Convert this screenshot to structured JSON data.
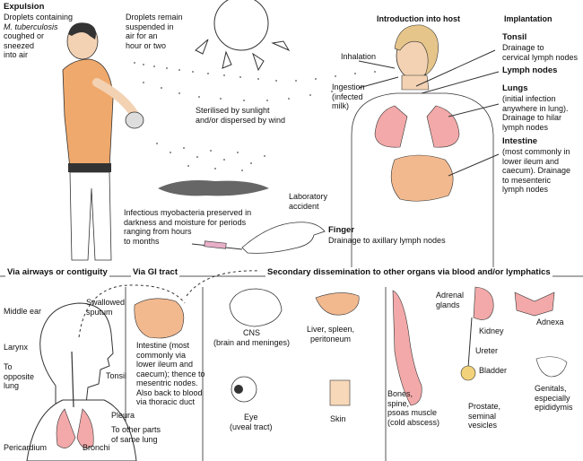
{
  "top": {
    "expulsion": {
      "heading": "Expulsion",
      "body": "Droplets containing\nM. tuberculosis\ncoughed or\nsneezed\ninto air"
    },
    "droplets": "Droplets remain\nsuspended in\nair for an\nhour or two",
    "sterilised": "Sterilised by sunlight\nand/or dispersed by wind",
    "infectious": "Infectious myobacteria preserved in\ndarkness and moisture for periods\nranging from hours\nto months",
    "laboratory": "Laboratory\naccident",
    "finger": {
      "heading": "Finger",
      "body": "Drainage to axillary lymph nodes"
    },
    "introduction": "Introduction into host",
    "inhalation": "Inhalation",
    "ingestion": "Ingestion\n(infected\nmilk)",
    "implantation": "Implantation",
    "tonsil": {
      "heading": "Tonsil",
      "body": "Drainage to\ncervical lymph nodes"
    },
    "lymph_nodes": {
      "heading": "Lymph nodes"
    },
    "lungs": {
      "heading": "Lungs",
      "body": "(initial infection\nanywhere in lung).\nDrainage to hilar\nlymph nodes"
    },
    "intestine": {
      "heading": "Intestine",
      "body": "(most commonly in\nlower ileum and\ncaecum). Drainage\nto mesenteric\nlymph nodes"
    }
  },
  "bottom": {
    "airways_heading": "Via airways or contiguity",
    "gi_heading": "Via GI tract",
    "secondary_heading": "Secondary dissemination to other organs via blood and/or lymphatics",
    "middle_ear": "Middle ear",
    "larynx": "Larynx",
    "to_opposite": "To\nopposite\nlung",
    "pericardium": "Pericardium",
    "tonsil": "Tonsil",
    "pleura": "Pleura",
    "bronchi": "Bronchi",
    "to_other_parts": "To other parts\nof same lung",
    "swallowed": "Swallowed\nsputum",
    "intestine_text": "Intestine (most\ncommonly via\nlower ileum and\ncaecum); thence to\nmesentric nodes.\nAlso back to blood\nvia thoracic duct",
    "cns": "CNS\n(brain and meninges)",
    "liver": "Liver, spleen,\nperitoneum",
    "eye": "Eye\n(uveal tract)",
    "skin": "Skin",
    "bones": "Bones,\nspine,\npsoas muscle\n(cold abscess)",
    "adrenal": "Adrenal\nglands",
    "kidney": "Kidney",
    "ureter": "Ureter",
    "bladder": "Bladder",
    "prostate": "Prostate,\nseminal\nvesicles",
    "adnexa": "Adnexa",
    "genitals": "Genitals,\nespecially\nepididymis"
  },
  "colors": {
    "skin": "#f3d2b3",
    "shirt": "#f0a96c",
    "organ": "#f3a9a9",
    "intestine": "#f2b98f",
    "line": "#333333"
  }
}
